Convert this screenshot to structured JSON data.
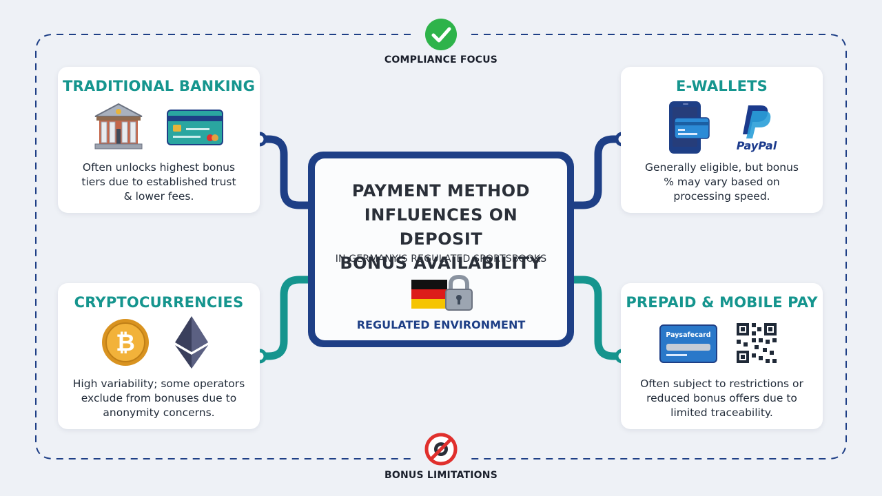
{
  "header": {
    "label": "COMPLIANCE FOCUS"
  },
  "footer": {
    "label": "BONUS LIMITATIONS"
  },
  "center": {
    "title_lines": [
      "PAYMENT METHOD",
      "INFLUENCES ON DEPOSIT",
      "BONUS AVAILABILITY"
    ],
    "subtitle": "IN GERMANY’S REGULATED SPORTSBOOKS",
    "footer": "REGULATED ENVIRONMENT"
  },
  "cards": {
    "banking": {
      "title": "TRADITIONAL BANKING",
      "desc_lines": [
        "Often unlocks highest bonus",
        "tiers due to established trust",
        "& lower fees."
      ]
    },
    "ewallets": {
      "title": "E-WALLETS",
      "desc_lines": [
        "Generally eligible, but bonus",
        "% may vary based on",
        "processing speed."
      ],
      "paypal_logo": "PayPal"
    },
    "crypto": {
      "title": "CRYPTOCURRENCIES",
      "desc_lines": [
        "High variability; some operators",
        "exclude from bonuses due to",
        "anonymity concerns."
      ]
    },
    "prepaid": {
      "title": "PREPAID & MOBILE PAY",
      "desc_lines": [
        "Often subject to restrictions or",
        "reduced bonus offers due to",
        "limited traceability."
      ],
      "paysafecard_logo": "Paysafecard"
    }
  },
  "colors": {
    "navy": "#1e3f86",
    "teal": "#15958e",
    "background": "#eef1f6",
    "check_green": "#2eb34a",
    "ban_red": "#e0302d"
  },
  "icons": [
    "bank-icon",
    "credit-card-icon",
    "phone-wallet-icon",
    "paypal-logo",
    "bitcoin-icon",
    "ethereum-icon",
    "paysafecard-icon",
    "qr-code-icon",
    "germany-flag-icon",
    "lock-icon",
    "check-icon",
    "no-gambling-icon"
  ]
}
